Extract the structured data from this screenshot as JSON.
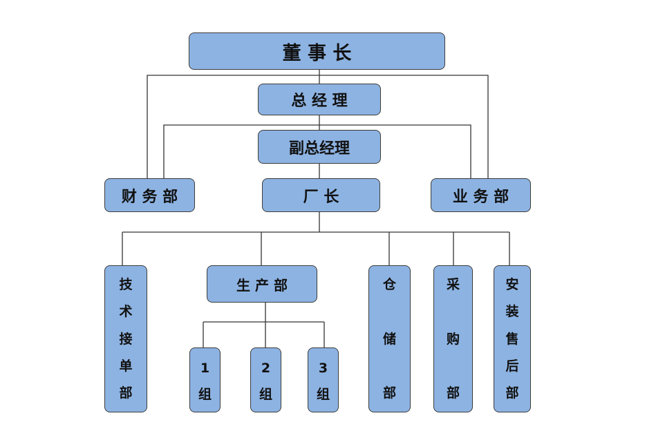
{
  "nodes": {
    "chairman": "董 事 长",
    "gm": "总 经 理",
    "deputy": "副总经理",
    "finance": "财 务 部",
    "factory": "厂 长",
    "sales": "业 务 部",
    "tech": [
      "技",
      "术",
      "接",
      "单",
      "部"
    ],
    "production": "生 产 部",
    "group1": [
      "1",
      "组"
    ],
    "group2": [
      "2",
      "组"
    ],
    "group3": [
      "3",
      "组"
    ],
    "warehouse": [
      "仓",
      "储",
      "部"
    ],
    "procurement": [
      "采",
      "购",
      "部"
    ],
    "aftersales": [
      "安",
      "装",
      "售",
      "后",
      "部"
    ]
  },
  "colors": {
    "box": "#8db3e2",
    "border": "#3b3b3b",
    "line": "#333333"
  }
}
